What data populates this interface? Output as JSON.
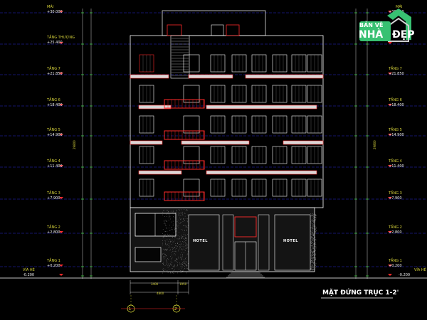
{
  "title": "MẶT ĐỨNG TRỤC 1-2'",
  "levels": [
    {
      "name": "MÁI",
      "elev": "+30.000"
    },
    {
      "name": "TẦNG THƯỢNG",
      "elev": "+25.400"
    },
    {
      "name": "TẦNG 7",
      "elev": "+21.850"
    },
    {
      "name": "TẦNG 6",
      "elev": "+18.400"
    },
    {
      "name": "TẦNG 5",
      "elev": "+14.900"
    },
    {
      "name": "TẦNG 4",
      "elev": "+11.400"
    },
    {
      "name": "TẦNG 3",
      "elev": "+7.900"
    },
    {
      "name": "TẦNG 2",
      "elev": "+2.800"
    },
    {
      "name": "TẦNG 1",
      "elev": "+0.200"
    },
    {
      "name": "VỈA HÈ",
      "elev": "-0.200"
    }
  ],
  "right_levels": [
    {
      "name": "MÁI",
      "elev": "+30.000"
    },
    {
      "name": "TẦNG 7",
      "elev": "+21.850"
    },
    {
      "name": "TẦNG 6",
      "elev": "+18.400"
    },
    {
      "name": "TẦNG 5",
      "elev": "+14.900"
    },
    {
      "name": "TẦNG 4",
      "elev": "+11.400"
    },
    {
      "name": "TẦNG 3",
      "elev": "+7.900"
    },
    {
      "name": "TẦNG 2",
      "elev": "+2.800"
    },
    {
      "name": "TẦNG 1",
      "elev": "+0.200"
    },
    {
      "name": "VỈA HÈ",
      "elev": "-0.200"
    }
  ],
  "hotel_sign": "HOTEL",
  "dims": {
    "total_height": "29800",
    "bottom_span_a": "3400",
    "bottom_span_b": "1950",
    "bottom_total": "4800"
  },
  "axes": [
    "1",
    "2'"
  ],
  "logo": {
    "top": "BẢN VẼ",
    "left": "NHÀ",
    "right": "ĐẸP"
  },
  "colors": {
    "background": "#000000",
    "line": "#ffffff",
    "accent": "#ff2a2a",
    "dim": "#2a2ad4",
    "level_name": "#d6d23a",
    "logo_green": "#38c172"
  }
}
